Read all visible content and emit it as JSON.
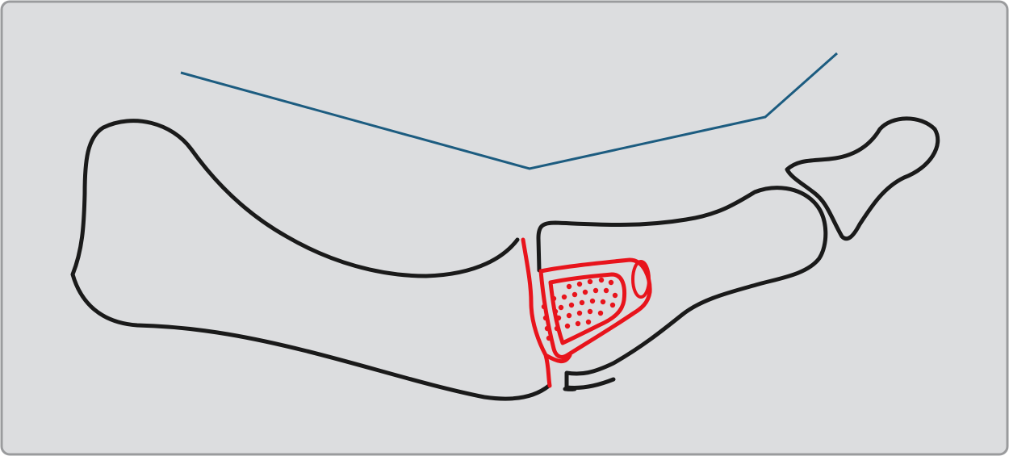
{
  "diagram": {
    "colors": {
      "background": "#dcdddf",
      "border": "#9a9b9d",
      "bone_outline": "#1a1a1a",
      "implant": "#e8141c",
      "guide_line": "#1c5c80"
    },
    "elements": [
      "bone-outline",
      "implant",
      "guide-line"
    ]
  }
}
